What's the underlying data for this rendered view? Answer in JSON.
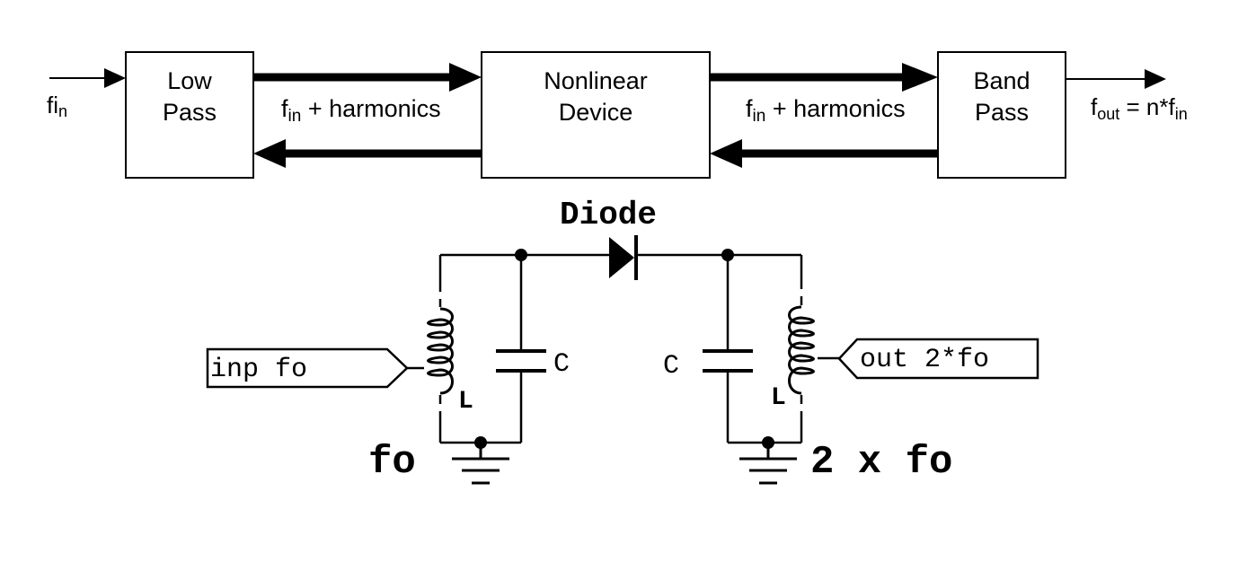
{
  "block_diagram": {
    "input": {
      "main": "fi",
      "sub": "n"
    },
    "low_pass": {
      "line1": "Low",
      "line2": "Pass"
    },
    "nonlinear": {
      "line1": "Nonlinear",
      "line2": "Device"
    },
    "band_pass": {
      "line1": "Band",
      "line2": "Pass"
    },
    "link_left": {
      "f": "f",
      "sub": "in",
      "rest": " + harmonics"
    },
    "link_right": {
      "f": "f",
      "sub": "in",
      "rest": " + harmonics"
    },
    "output": {
      "f": "f",
      "sub1": "out",
      "mid": " = n*f",
      "sub2": "in"
    }
  },
  "circuit": {
    "diode_label": "Diode",
    "input_label": "inp fo",
    "output_label": "out 2*fo",
    "left_c": "C",
    "right_c": "C",
    "left_l": "L",
    "right_l": "L",
    "left_freq": "fo",
    "right_freq": "2 x fo"
  }
}
